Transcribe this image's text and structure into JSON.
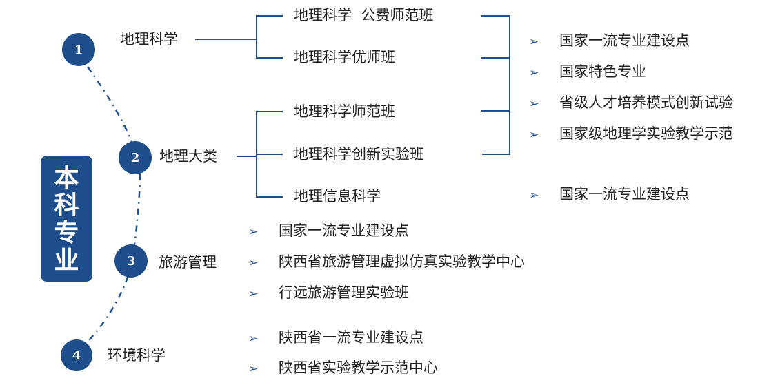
{
  "title_vertical": [
    "本",
    "科",
    "专",
    "业"
  ],
  "majors": [
    {
      "num": "1",
      "name": "地理科学"
    },
    {
      "num": "2",
      "name": "地理大类"
    },
    {
      "num": "3",
      "name": "旅游管理"
    },
    {
      "num": "4",
      "name": "环境科学"
    }
  ],
  "sub_programs": {
    "geo_science": [
      "地理科学  公费师范班",
      "地理科学优师班"
    ],
    "geo_class": [
      "地理科学师范班",
      "地理科学创新实验班",
      "地理信息科学"
    ]
  },
  "honors": {
    "geo_group": [
      "国家一流专业建设点",
      "国家特色专业",
      "省级人才培养模式创新试验",
      "国家级地理学实验教学示范"
    ],
    "gis": [
      "国家一流专业建设点"
    ],
    "tourism": [
      "国家一流专业建设点",
      "陕西省旅游管理虚拟仿真实验教学中心",
      "行远旅游管理实验班"
    ],
    "environment": [
      "陕西省一流专业建设点",
      "陕西省实验教学示范中心"
    ]
  },
  "bullet_symbol": "➢",
  "colors": {
    "primary": "#1f4e8c",
    "line": "#1f4e8c"
  }
}
